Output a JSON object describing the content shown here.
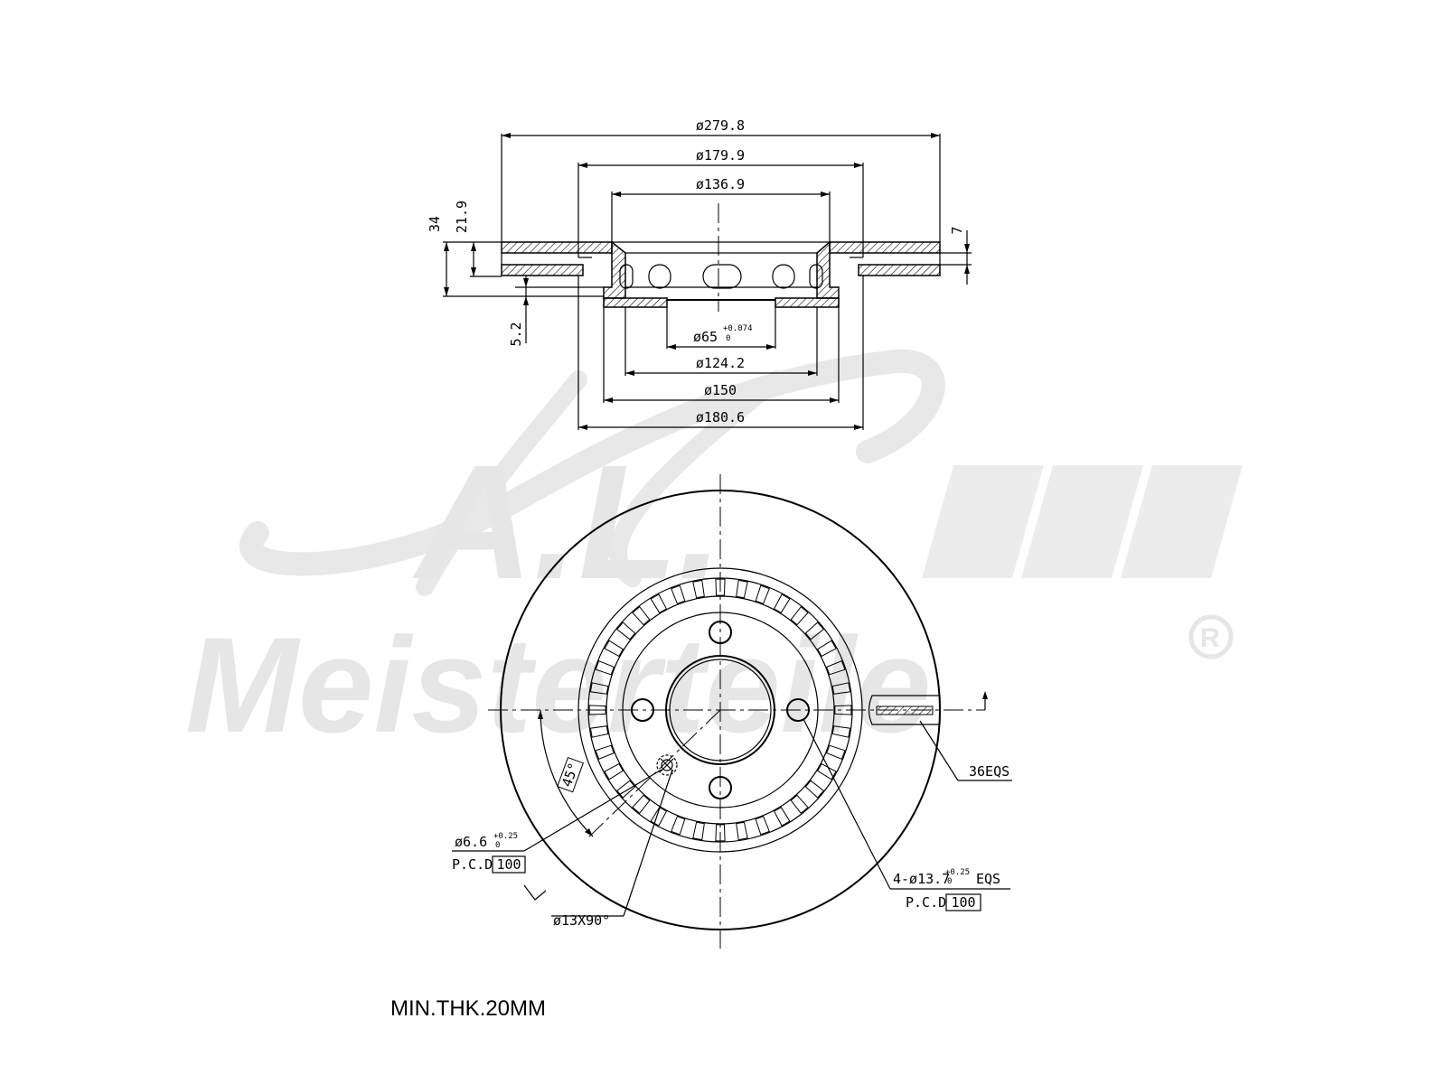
{
  "watermark": {
    "logo_text": "A.L.",
    "brand_text": "Meisterteile",
    "registered_mark": "R"
  },
  "section_view": {
    "dimensions": {
      "outer_diameter": "ø279.8",
      "friction_inner_diameter": "ø179.9",
      "hat_top_diameter": "ø136.9",
      "center_bore": "ø65",
      "center_bore_tol_upper": "+0.074",
      "center_bore_tol_lower": "0",
      "inner_d1": "ø124.2",
      "inner_d2": "ø150",
      "inner_d3": "ø180.6",
      "total_height": "34",
      "hat_height": "21.9",
      "offset": "5.2",
      "plate_thickness": "7"
    }
  },
  "front_view": {
    "vane_count": "36EQS",
    "stud_hole": "ø6.6",
    "stud_hole_tol_upper": "+0.25",
    "stud_hole_tol_lower": "0",
    "stud_pcd_label": "P.C.D",
    "stud_pcd_value": "100",
    "chamfer": "ø13X90°",
    "angle": "45°",
    "bolt_holes": "4-ø13.7",
    "bolt_holes_tol_upper": "+0.25",
    "bolt_holes_tol_lower": "0",
    "bolt_holes_suffix": "EQS",
    "bolt_pcd_label": "P.C.D",
    "bolt_pcd_value": "100"
  },
  "note": "MIN.THK.20MM"
}
